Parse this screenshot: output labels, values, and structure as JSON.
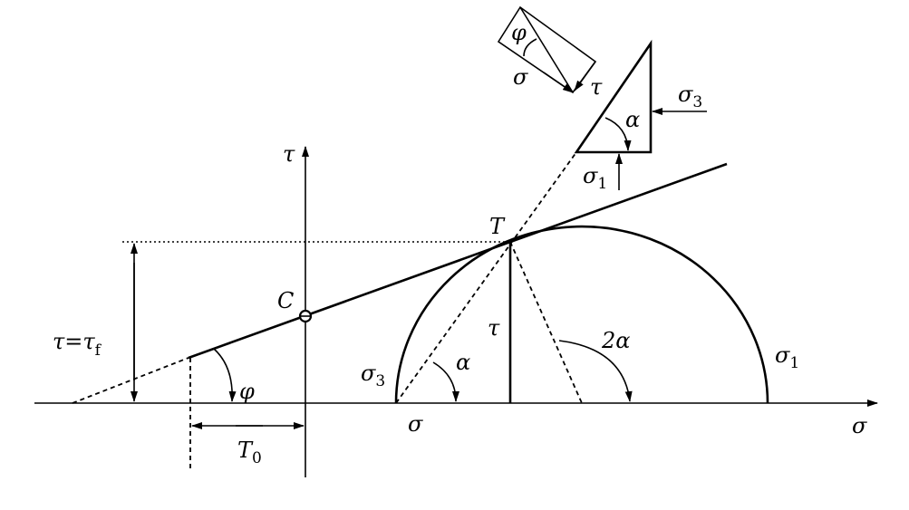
{
  "diagram": {
    "type": "Mohr-Coulomb failure diagram",
    "labels": {
      "tau_axis": "τ",
      "sigma_axis": "σ",
      "point_c": "C",
      "point_t": "T",
      "tau_segment": "τ",
      "alpha_angle": "α",
      "two_alpha": "2α",
      "sigma1_circle": "σ",
      "sigma1_circle_sub": "1",
      "sigma3_circle": "σ",
      "sigma3_circle_sub": "3",
      "sigma_point": "σ",
      "tau_eq": "τ=τ",
      "tau_eq_sub": "f",
      "phi_angle": "φ",
      "t0": "T",
      "t0_sub": "0",
      "element_sigma1": "σ",
      "element_sigma1_sub": "1",
      "element_sigma3": "σ",
      "element_sigma3_sub": "3",
      "element_alpha": "α",
      "inset_phi": "φ",
      "inset_sigma": "σ",
      "inset_tau": "τ"
    }
  }
}
